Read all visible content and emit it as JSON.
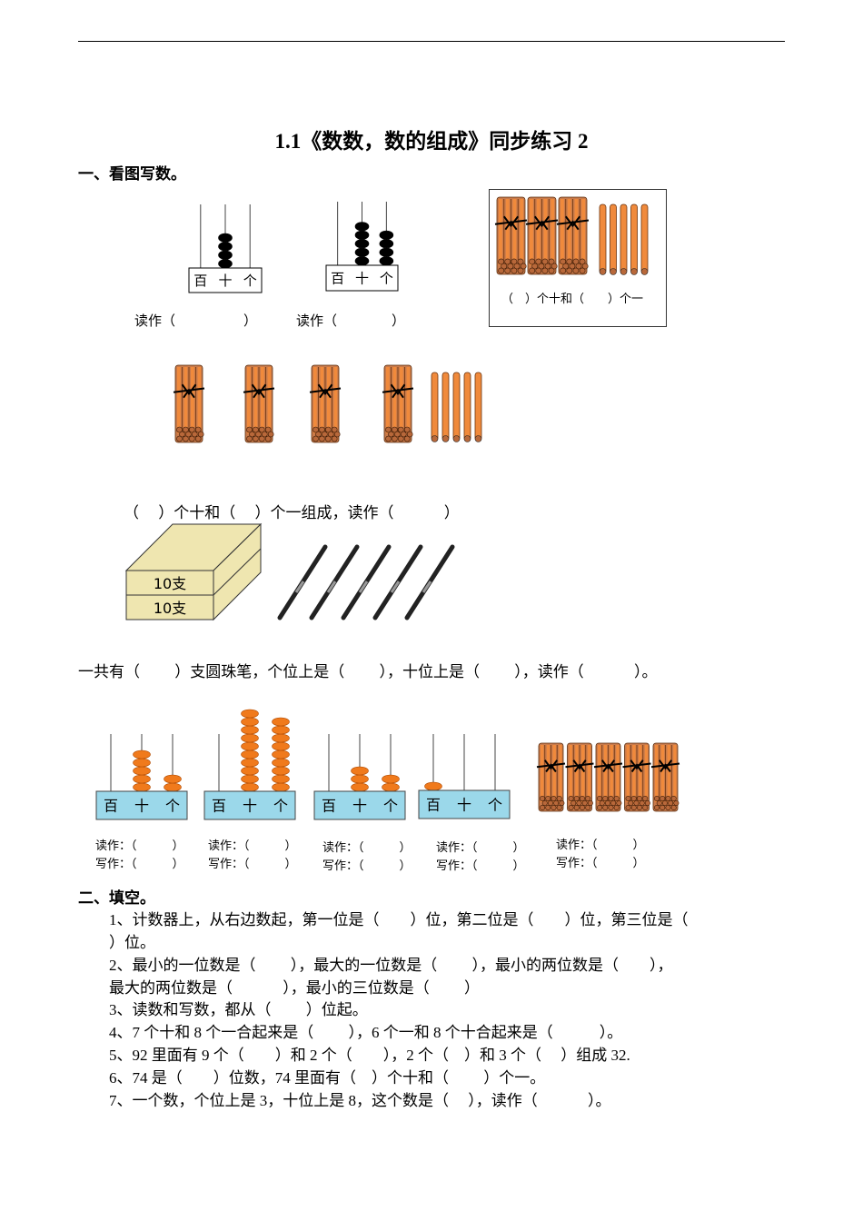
{
  "title": "1.1《数数，数的组成》同步练习 2",
  "section1": {
    "heading": "一、看图写数。",
    "place_labels": [
      "百",
      "十",
      "个"
    ],
    "abacus_top": [
      {
        "beads": [
          0,
          4,
          0
        ],
        "caption": "读作（　　　　　）"
      },
      {
        "beads": [
          0,
          5,
          4
        ],
        "caption": "读作（　　　　）"
      }
    ],
    "box_caption": "（　）个十和（　　）个一",
    "box_bundles": 3,
    "box_sticks": 5,
    "row2_bundles": 4,
    "row2_sticks": 5,
    "row2_text": "（　 ）个十和（　 ）个一组成，读作（　　　 ）",
    "pencil_box_labels": [
      "10支",
      "10支"
    ],
    "pencils": 5,
    "pencil_text": "一共有（　　 ）支圆珠笔，个位上是（　　 ），十位上是（　　 ），读作（　　　 ）。",
    "abacus_bottom": [
      {
        "beads": [
          0,
          5,
          2
        ],
        "read": "读作：（　　　）",
        "write": "写作：（　　　）"
      },
      {
        "beads": [
          0,
          10,
          9
        ],
        "read": "读作：（　　　）",
        "write": "写作：（　　　）"
      },
      {
        "beads": [
          0,
          3,
          2
        ],
        "read": "读作：（　　　）",
        "write": "写作：（　　　）"
      },
      {
        "beads": [
          1,
          0,
          0
        ],
        "read": "读作：（　　　）",
        "write": "写作：（　　　）"
      }
    ],
    "bottom_bundles": 5,
    "bundle_caption": {
      "read": "读作：（　　　）",
      "write": "写作：（　　　）"
    },
    "colors": {
      "bead_orange": "#f07a1c",
      "abacus_blue": "#9bd8ea",
      "stick": "#d9823f",
      "box": "#efe6b0"
    }
  },
  "section2": {
    "heading": "二、填空。",
    "lines": [
      "1、计数器上，从右边数起，第一位是（　　）位，第二位是（　　）位，第三位是（",
      "）位。",
      "2、最小的一位数是（　　 ），最大的一位数是（　　 ），最小的两位数是（　　），",
      "最大的两位数是（　　　 ），最小的三位数是（　　 ）",
      "3、读数和写数，都从（　　 ）位起。",
      "4、7 个十和 8 个一合起来是（　　 ），6 个一和 8 个十合起来是（　　　）。",
      "5、92 里面有 9 个（　　）和 2 个（　　），2 个（　）和 3 个（　 ）组成 32.",
      "6、74 是（　　）位数，74 里面有（　）个十和（　　 ）个一。",
      "7、一个数，个位上是 3，十位上是 8，这个数是（　 ），读作（　　　 ）。"
    ]
  }
}
